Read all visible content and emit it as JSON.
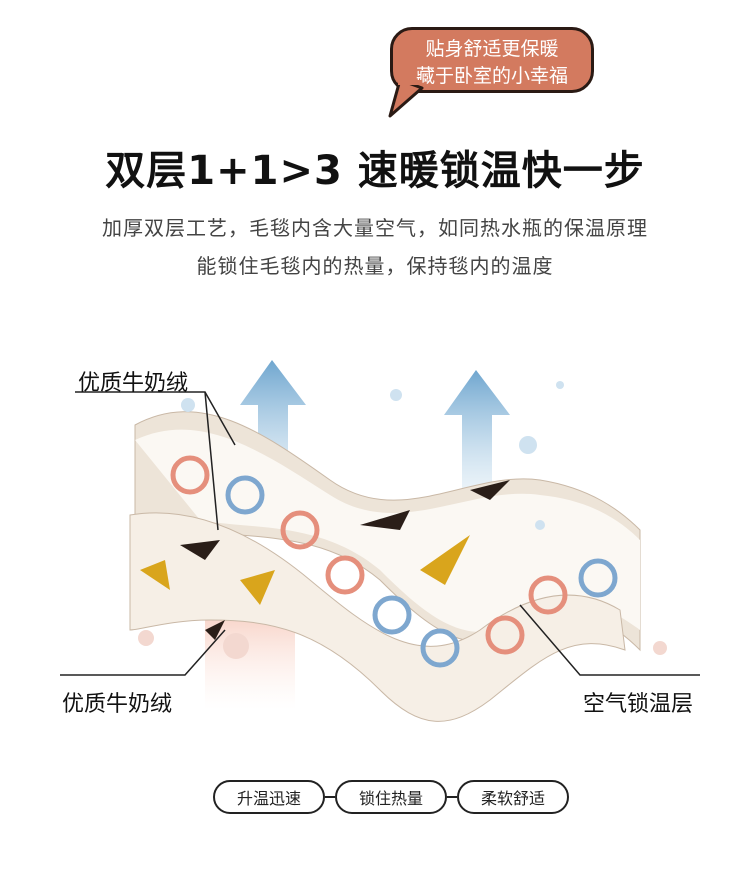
{
  "bubble": {
    "line1": "贴身舒适更保暖",
    "line2": "藏于卧室的小幸福",
    "color": "#d37a5f"
  },
  "headline": "双层1+1>3 速暖锁温快一步",
  "subtitle": {
    "line1": "加厚双层工艺，毛毯内含大量空气，如同热水瓶的保温原理",
    "line2": "能锁住毛毯内的热量，保持毯内的温度"
  },
  "labels": {
    "top_layer": "优质牛奶绒",
    "bottom_layer": "优质牛奶绒",
    "air_layer": "空气锁温层"
  },
  "tags": [
    {
      "label": "升温迅速"
    },
    {
      "label": "锁住热量"
    },
    {
      "label": "柔软舒适"
    }
  ]
}
